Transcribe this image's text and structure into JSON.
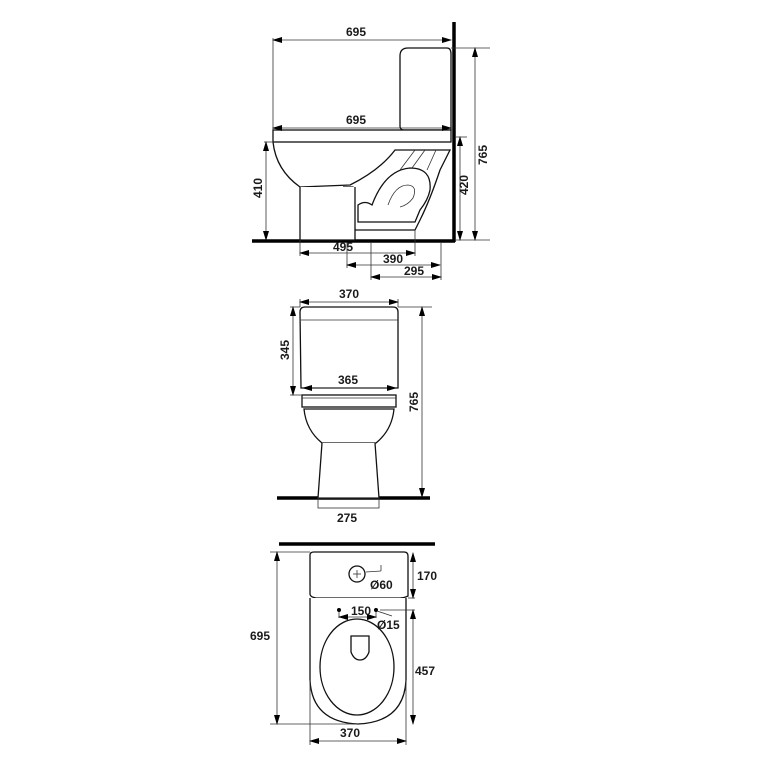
{
  "side_view": {
    "dims": {
      "total_depth_top": "695",
      "bowl_depth": "695",
      "total_height": "765",
      "seat_height": "410",
      "inlet_height": "420",
      "base_depth": "495",
      "outlet_offset": "390",
      "wall_to_outlet": "295"
    }
  },
  "front_view": {
    "dims": {
      "tank_width": "370",
      "tank_height": "345",
      "bowl_width": "365",
      "total_height": "765",
      "base_width": "275"
    }
  },
  "top_view": {
    "dims": {
      "total_depth": "695",
      "tank_depth": "170",
      "flush_hole_diameter": "Ø60",
      "bolt_spacing": "150",
      "bolt_hole_diameter": "Ø15",
      "bowl_depth": "457",
      "width": "370"
    }
  }
}
